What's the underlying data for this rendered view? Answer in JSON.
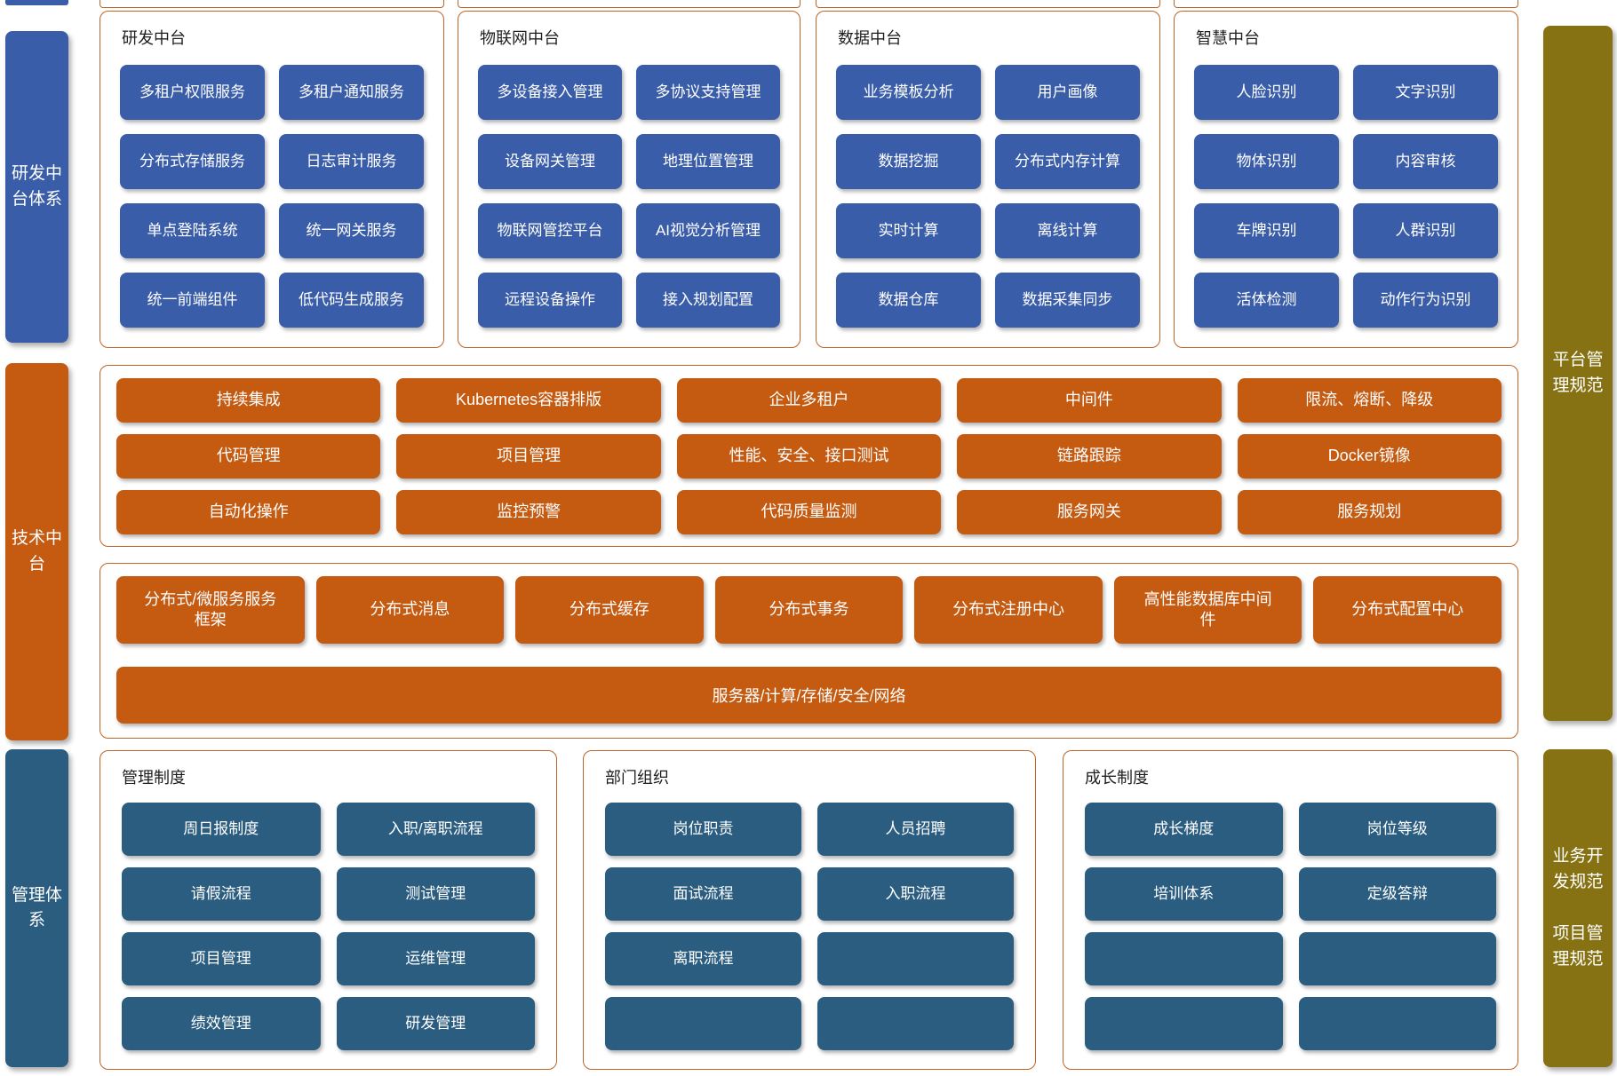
{
  "colors": {
    "blue": "#3A5DA9",
    "orange": "#C55A11",
    "steel_blue": "#2B5D81",
    "olive": "#877213",
    "box_border": "#BE6426"
  },
  "left_rail": {
    "items": [
      {
        "label": "研发中台体系"
      },
      {
        "label": "技术中台"
      },
      {
        "label": "管理体系"
      }
    ]
  },
  "right_rail": {
    "top_label": "平台管理规范",
    "bottom_labels": [
      "业务开发规范",
      "项目管理规范"
    ]
  },
  "top_groups": [
    {
      "title": "研发中台",
      "items": [
        "多租户权限服务",
        "多租户通知服务",
        "分布式存储服务",
        "日志审计服务",
        "单点登陆系统",
        "统一网关服务",
        "统一前端组件",
        "低代码生成服务"
      ]
    },
    {
      "title": "物联网中台",
      "items": [
        "多设备接入管理",
        "多协议支持管理",
        "设备网关管理",
        "地理位置管理",
        "物联网管控平台",
        "AI视觉分析管理",
        "远程设备操作",
        "接入规划配置"
      ]
    },
    {
      "title": "数据中台",
      "items": [
        "业务模板分析",
        "用户画像",
        "数据挖掘",
        "分布式内存计算",
        "实时计算",
        "离线计算",
        "数据仓库",
        "数据采集同步"
      ]
    },
    {
      "title": "智慧中台",
      "items": [
        "人脸识别",
        "文字识别",
        "物体识别",
        "内容审核",
        "车牌识别",
        "人群识别",
        "活体检测",
        "动作行为识别"
      ]
    }
  ],
  "tech_platform": {
    "buttons": [
      "持续集成",
      "Kubernetes容器排版",
      "企业多租户",
      "中间件",
      "限流、熔断、降级",
      "代码管理",
      "项目管理",
      "性能、安全、接口测试",
      "链路跟踪",
      "Docker镜像",
      "自动化操作",
      "监控预警",
      "代码质量监测",
      "服务网关",
      "服务规划"
    ]
  },
  "infrastructure": {
    "buttons": [
      "分布式/微服务服务框架",
      "分布式消息",
      "分布式缓存",
      "分布式事务",
      "分布式注册中心",
      "高性能数据库中间件",
      "分布式配置中心"
    ],
    "base_bar": "服务器/计算/存储/安全/网络"
  },
  "bottom_groups": [
    {
      "title": "管理制度",
      "items": [
        "周日报制度",
        "入职/离职流程",
        "请假流程",
        "测试管理",
        "项目管理",
        "运维管理",
        "绩效管理",
        "研发管理"
      ]
    },
    {
      "title": "部门组织",
      "items": [
        "岗位职责",
        "人员招聘",
        "面试流程",
        "入职流程",
        "离职流程",
        "",
        "",
        ""
      ]
    },
    {
      "title": "成长制度",
      "items": [
        "成长梯度",
        "岗位等级",
        "培训体系",
        "定级答辩",
        "",
        "",
        "",
        ""
      ]
    }
  ]
}
